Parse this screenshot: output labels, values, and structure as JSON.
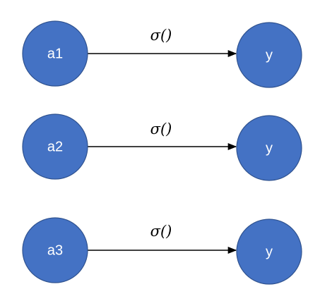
{
  "diagram": {
    "node_color": "#4472c4",
    "rows": [
      {
        "source": "a1",
        "target": "y",
        "edge_label": "σ()"
      },
      {
        "source": "a2",
        "target": "y",
        "edge_label": "σ()"
      },
      {
        "source": "a3",
        "target": "y",
        "edge_label": "σ()"
      }
    ]
  }
}
